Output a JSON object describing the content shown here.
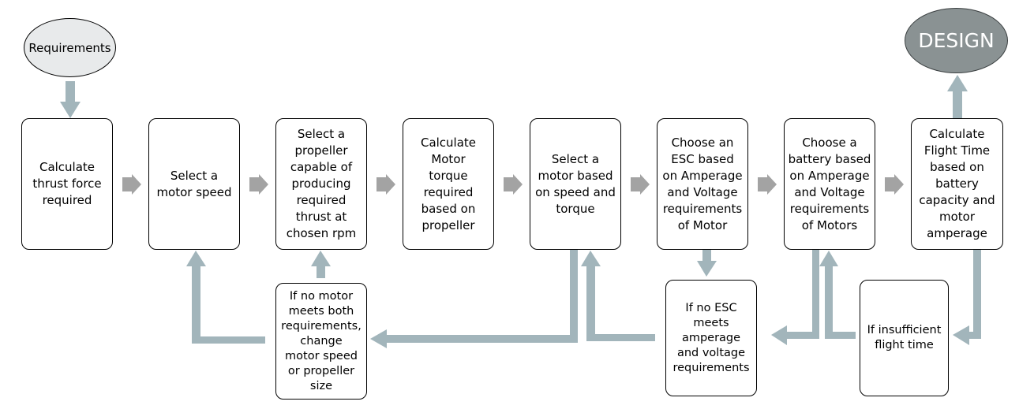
{
  "colors": {
    "arrow_gray": "#a3a3a3",
    "arrow_blue": "#a2b5bb",
    "start_fill": "#e8eaeb",
    "design_fill": "#8a9293"
  },
  "diagram": {
    "start_label": "Requirements",
    "end_label": "DESIGN",
    "steps": [
      "Calculate\nthrust force\nrequired",
      "Select a\nmotor speed",
      "Select a\npropeller\ncapable of\nproducing\nrequired\nthrust at\nchosen rpm",
      "Calculate\nMotor\ntorque\nrequired\nbased on\npropeller",
      "Select a\nmotor based\non speed and\ntorque",
      "Choose an\nESC based\non Amperage\nand Voltage\nrequirements\nof Motor",
      "Choose a\nbattery based\non Amperage\nand Voltage\nrequirements\nof Motors",
      "Calculate\nFlight Time\nbased on\nbattery\ncapacity and\nmotor\namperage"
    ],
    "feedback": [
      "If no motor\nmeets both\nrequirements,\nchange\nmotor speed\nor propeller\nsize",
      "If no ESC\nmeets\namperage\nand voltage\nrequirements",
      "If insufficient\nflight time"
    ]
  }
}
